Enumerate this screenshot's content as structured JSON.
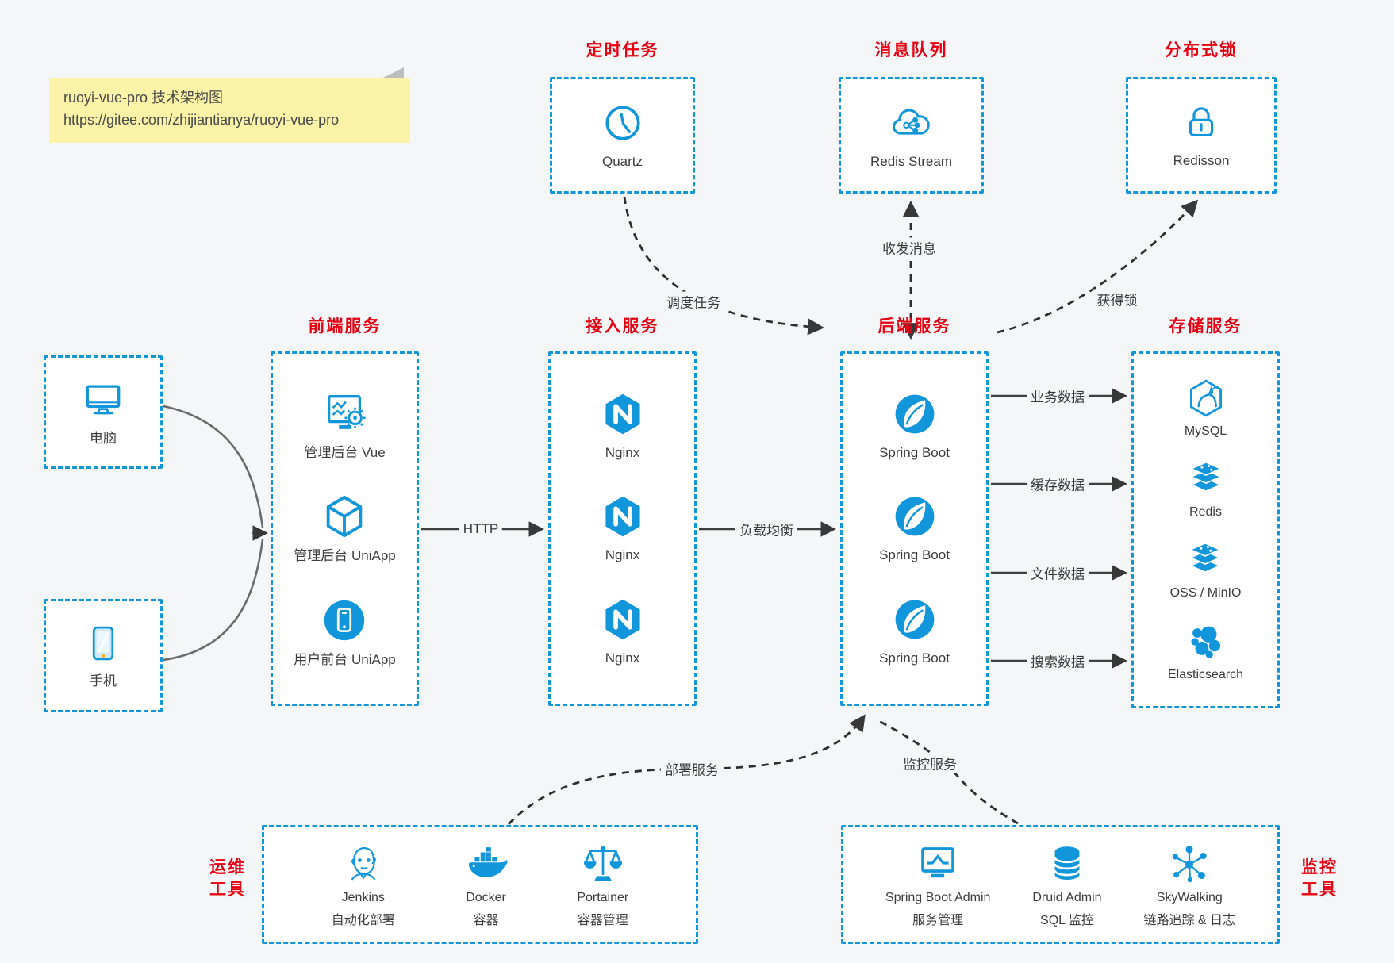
{
  "note": {
    "line1": "ruoyi-vue-pro 技术架构图",
    "line2": "https://gitee.com/zhijiantianya/ruoyi-vue-pro"
  },
  "colors": {
    "accent_blue": "#1296db",
    "title_red": "#e60012",
    "note_bg": "#fbf3a7"
  },
  "groups": {
    "scheduler": {
      "title": "定时任务",
      "item": {
        "label": "Quartz",
        "icon": "clock-icon"
      }
    },
    "mq": {
      "title": "消息队列",
      "item": {
        "label": "Redis Stream",
        "icon": "cloud-stream-icon"
      }
    },
    "lock": {
      "title": "分布式锁",
      "item": {
        "label": "Redisson",
        "icon": "lock-icon"
      }
    },
    "clients": {
      "pc": {
        "label": "电脑",
        "icon": "desktop-icon"
      },
      "phone": {
        "label": "手机",
        "icon": "phone-icon"
      }
    },
    "frontend": {
      "title": "前端服务",
      "items": [
        {
          "label": "管理后台 Vue",
          "icon": "admin-vue-icon"
        },
        {
          "label": "管理后台 UniApp",
          "icon": "uniapp-cube-icon"
        },
        {
          "label": "用户前台 UniApp",
          "icon": "user-app-icon"
        }
      ]
    },
    "access": {
      "title": "接入服务",
      "items": [
        {
          "label": "Nginx",
          "icon": "nginx-icon"
        },
        {
          "label": "Nginx",
          "icon": "nginx-icon"
        },
        {
          "label": "Nginx",
          "icon": "nginx-icon"
        }
      ]
    },
    "backend": {
      "title": "后端服务",
      "items": [
        {
          "label": "Spring Boot",
          "icon": "spring-boot-icon"
        },
        {
          "label": "Spring Boot",
          "icon": "spring-boot-icon"
        },
        {
          "label": "Spring Boot",
          "icon": "spring-boot-icon"
        }
      ]
    },
    "storage": {
      "title": "存储服务",
      "items": [
        {
          "label": "MySQL",
          "icon": "mysql-icon"
        },
        {
          "label": "Redis",
          "icon": "redis-icon"
        },
        {
          "label": "OSS / MinIO",
          "icon": "oss-minio-icon"
        },
        {
          "label": "Elasticsearch",
          "icon": "elasticsearch-icon"
        }
      ]
    },
    "ops": {
      "title": "运维\n工具",
      "items": [
        {
          "label": "Jenkins",
          "sub": "自动化部署",
          "icon": "jenkins-icon"
        },
        {
          "label": "Docker",
          "sub": "容器",
          "icon": "docker-icon"
        },
        {
          "label": "Portainer",
          "sub": "容器管理",
          "icon": "portainer-icon"
        }
      ]
    },
    "monitoring": {
      "title": "监控\n工具",
      "items": [
        {
          "label": "Spring Boot Admin",
          "sub": "服务管理",
          "icon": "spring-boot-admin-icon"
        },
        {
          "label": "Druid Admin",
          "sub": "SQL 监控",
          "icon": "druid-icon"
        },
        {
          "label": "SkyWalking",
          "sub": "链路追踪 & 日志",
          "icon": "skywalking-icon"
        }
      ]
    }
  },
  "edges": {
    "http": "HTTP",
    "load_balance": "负载均衡",
    "business_data": "业务数据",
    "cache_data": "缓存数据",
    "file_data": "文件数据",
    "search_data": "搜索数据",
    "schedule_task": "调度任务",
    "send_receive_message": "收发消息",
    "acquire_lock": "获得锁",
    "deploy_service": "部署服务",
    "monitor_service": "监控服务"
  }
}
